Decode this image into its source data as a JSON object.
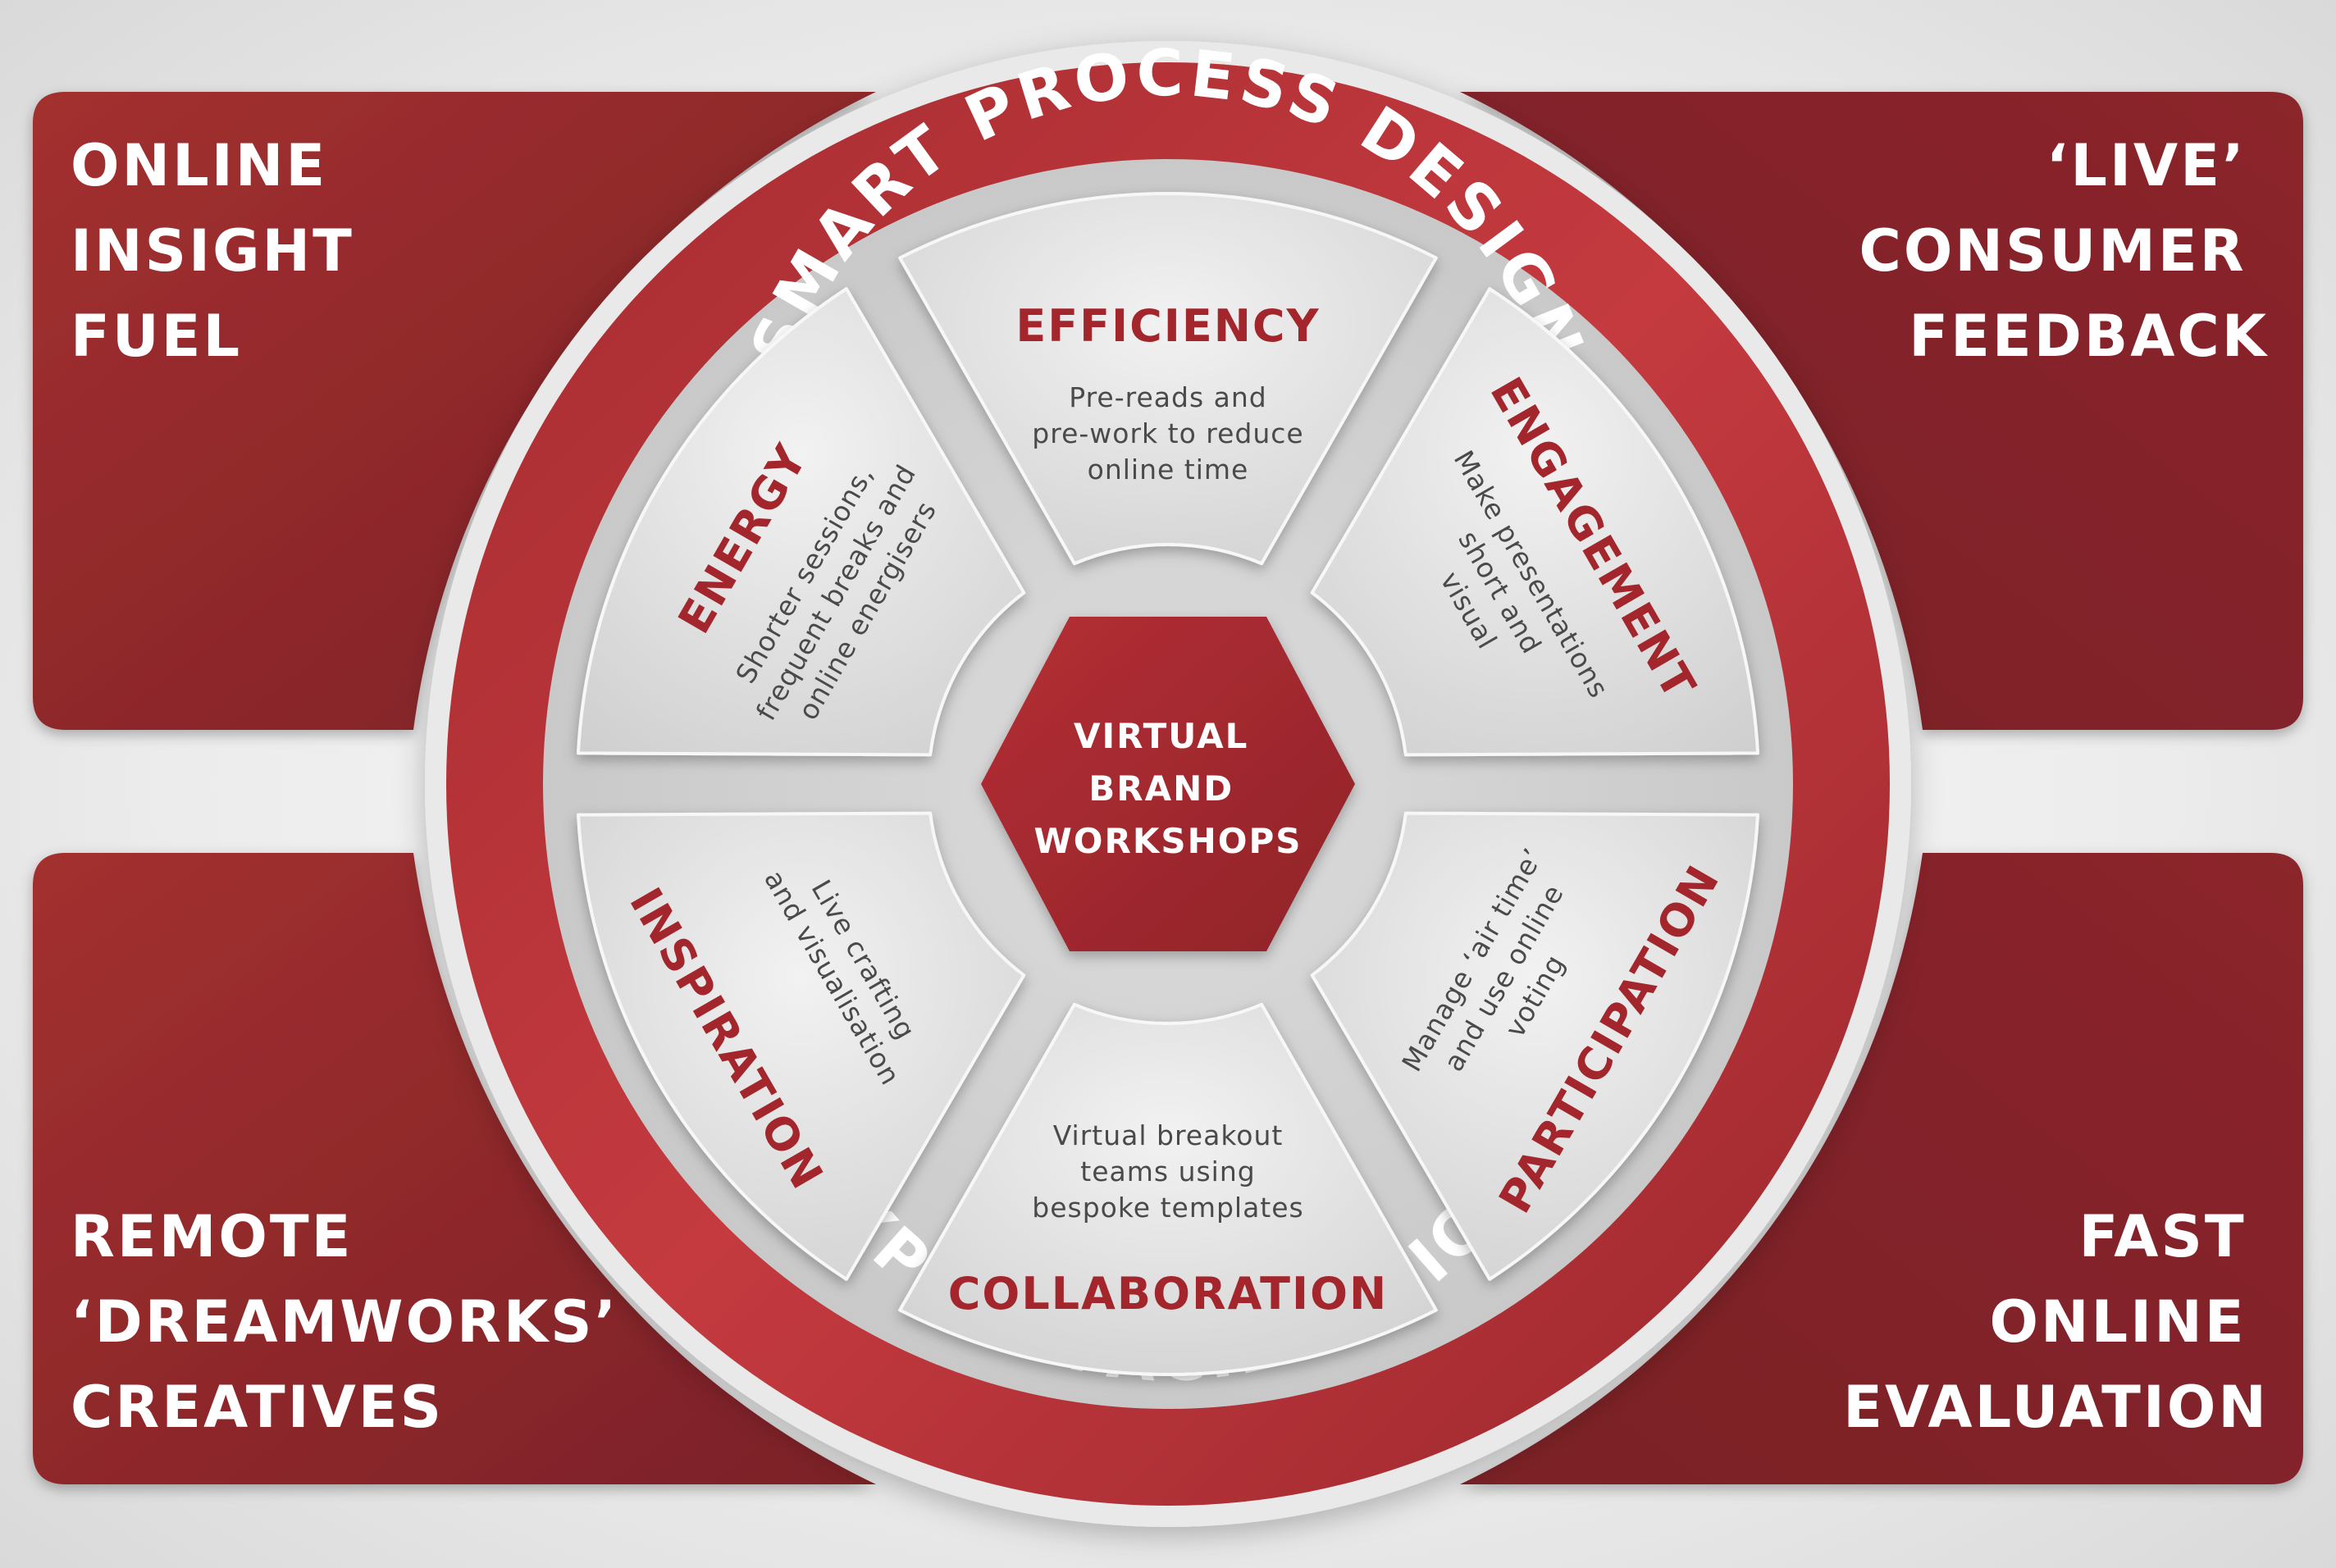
{
  "corners": {
    "top_left": {
      "lines": [
        "ONLINE",
        "INSIGHT",
        "FUEL"
      ]
    },
    "top_right": {
      "lines": [
        "‘LIVE’",
        "CONSUMER",
        "FEEDBACK"
      ]
    },
    "bottom_left": {
      "lines": [
        "REMOTE",
        "‘DREAMWORKS’",
        "CREATIVES"
      ]
    },
    "bottom_right": {
      "lines": [
        "FAST",
        "ONLINE",
        "EVALUATION"
      ]
    }
  },
  "ring": {
    "top_label": "SMART PROCESS DESIGN",
    "bottom_label": "EXPERT FACILITATION"
  },
  "center": {
    "lines": [
      "VIRTUAL",
      "BRAND",
      "WORKSHOPS"
    ]
  },
  "segments": [
    {
      "id": "efficiency",
      "title": "EFFICIENCY",
      "desc": [
        "Pre-reads and",
        "pre-work to reduce",
        "online time"
      ]
    },
    {
      "id": "engagement",
      "title": "ENGAGEMENT",
      "desc": [
        "Make presentations",
        "short and",
        "visual"
      ]
    },
    {
      "id": "participation",
      "title": "PARTICIPATION",
      "desc": [
        "Manage ‘air time’",
        "and use online",
        "voting"
      ]
    },
    {
      "id": "collaboration",
      "title": "COLLABORATION",
      "desc": [
        "Virtual breakout",
        "teams using",
        "bespoke templates"
      ]
    },
    {
      "id": "inspiration",
      "title": "INSPIRATION",
      "desc": [
        "Live crafting",
        "and visualisation"
      ]
    },
    {
      "id": "energy",
      "title": "ENERGY",
      "desc": [
        "Shorter sessions,",
        "frequent breaks and",
        "online energisers"
      ]
    }
  ],
  "colors": {
    "brand_red": "#9e2a2f",
    "brand_red_dark": "#7e2229",
    "brand_red_light": "#c0353b",
    "segment_grey": "#e6e6e6",
    "title_red": "#a3262d",
    "desc_grey": "#4a4a4a"
  }
}
